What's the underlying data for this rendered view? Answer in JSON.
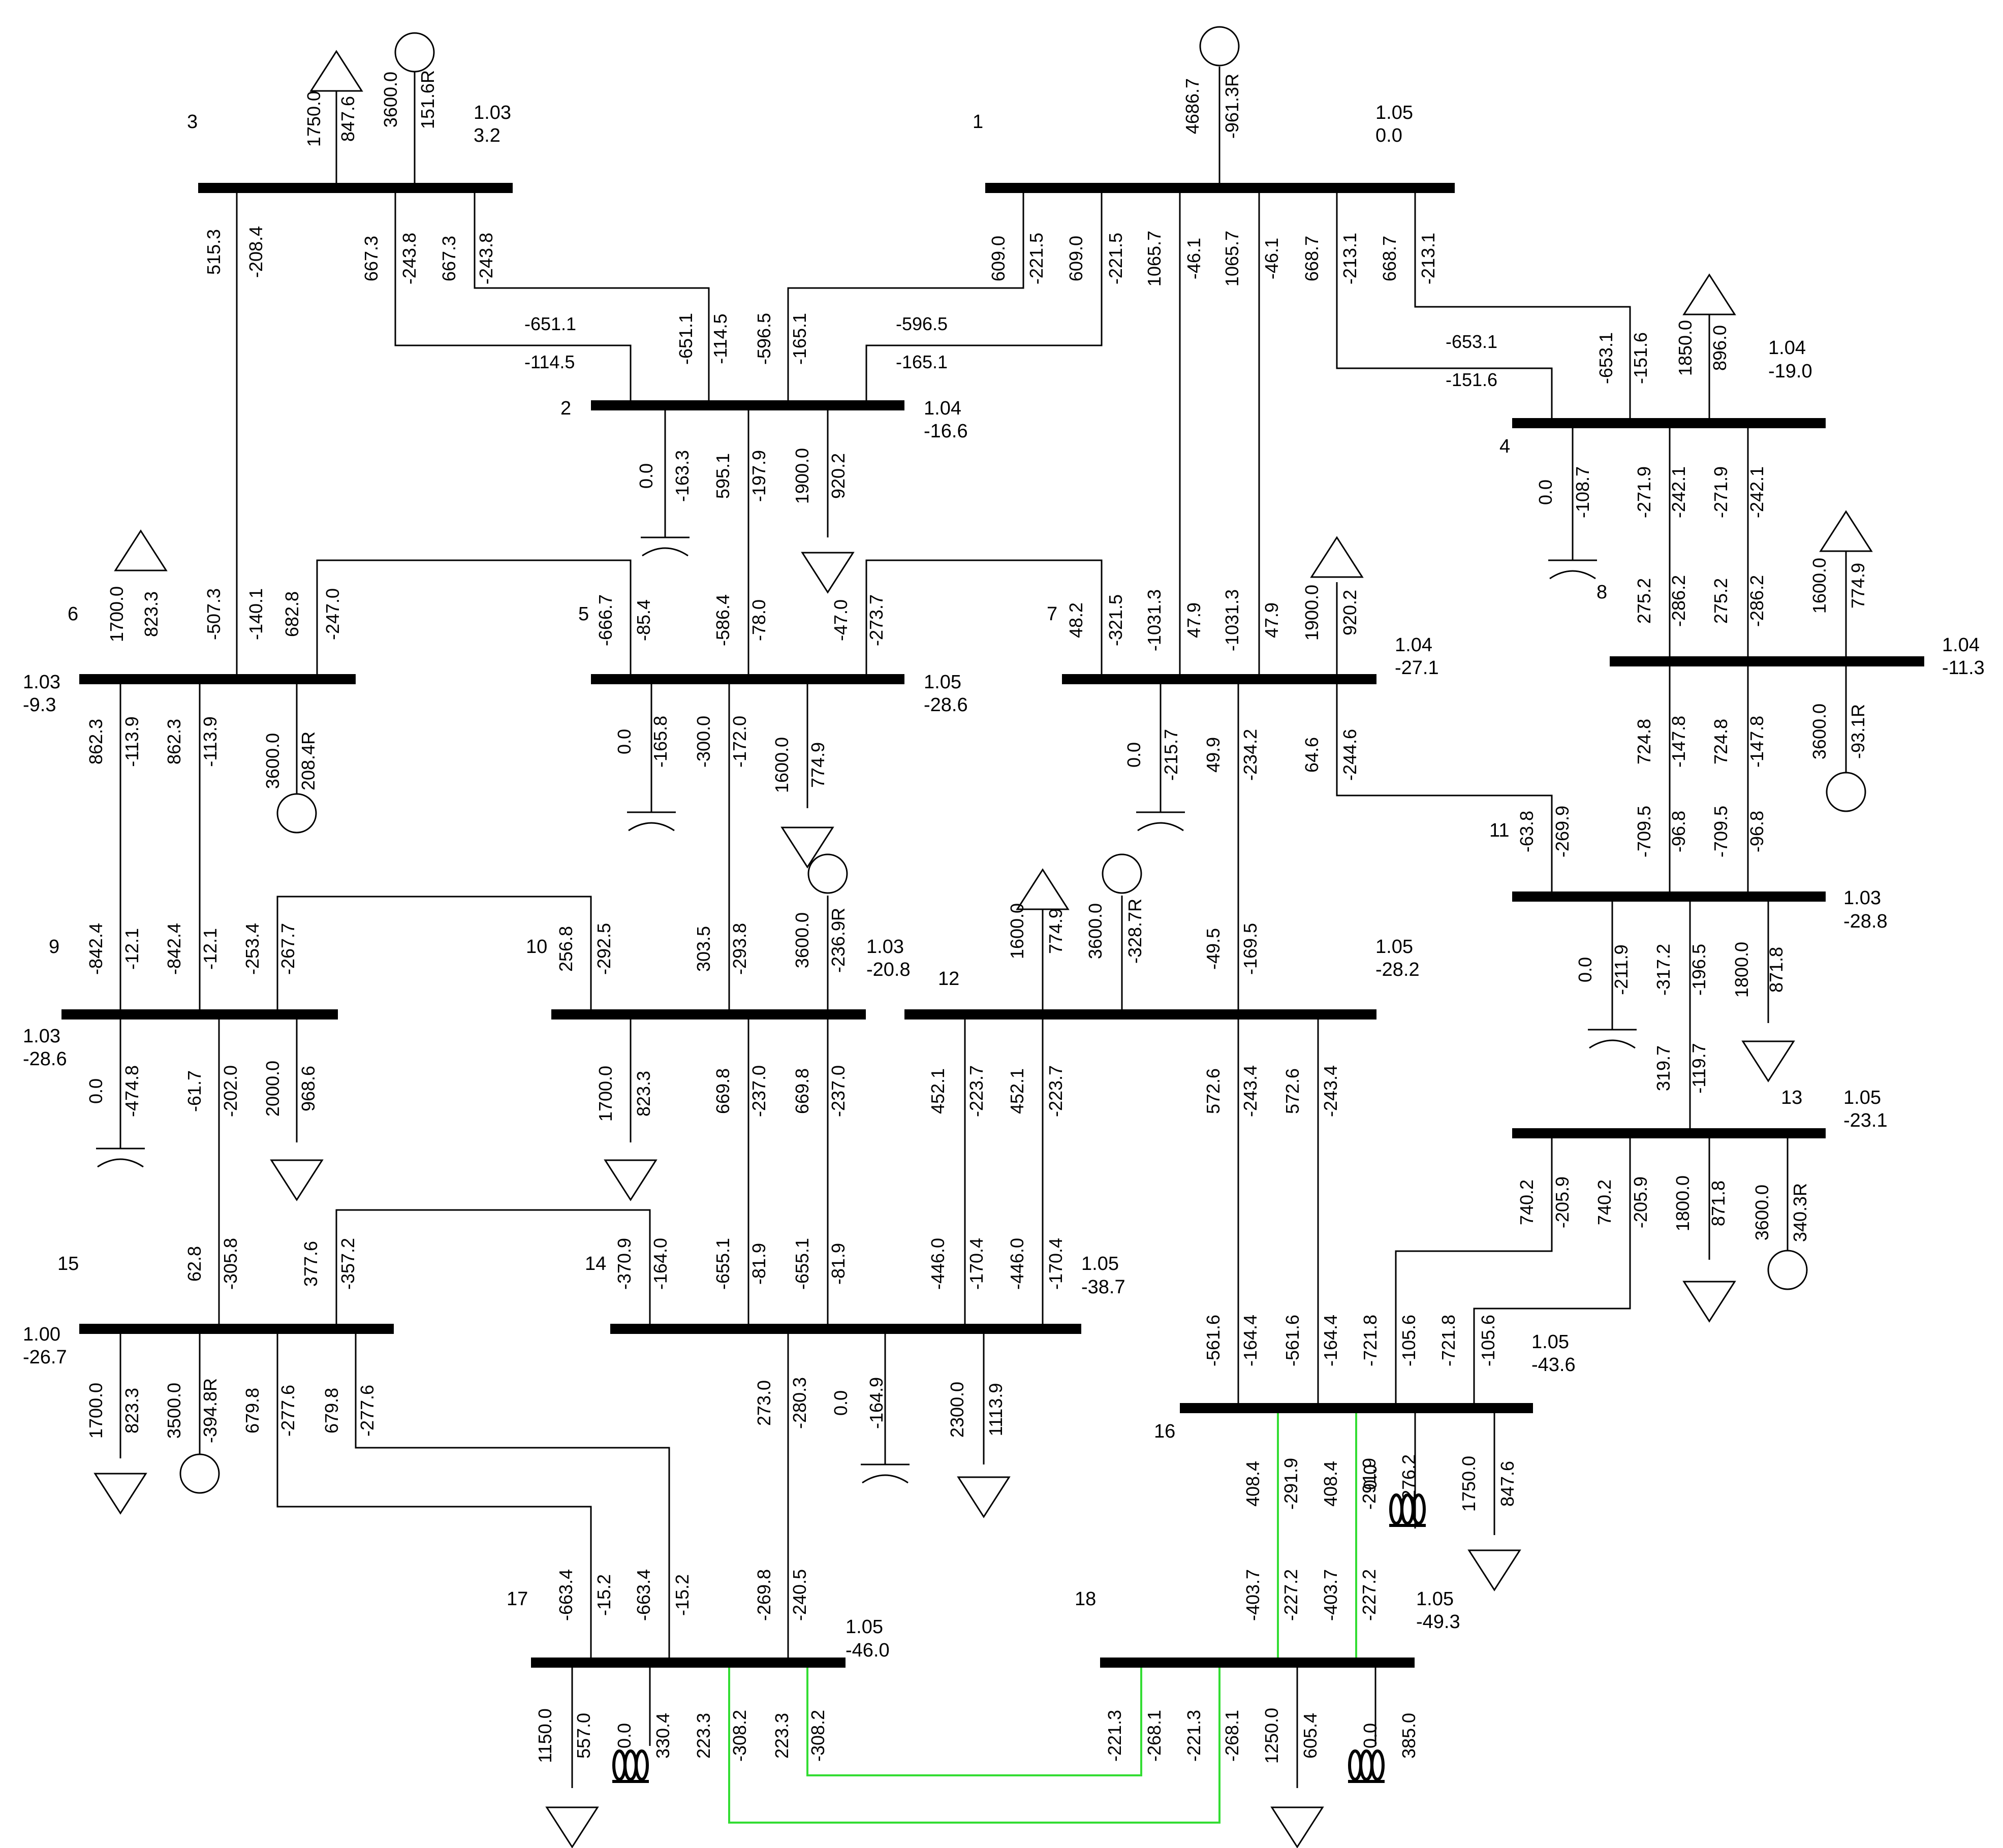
{
  "buses": [
    {
      "id": "1",
      "v": "1.05",
      "ang": "0.0"
    },
    {
      "id": "2",
      "v": "1.04",
      "ang": "-16.6"
    },
    {
      "id": "3",
      "v": "1.03",
      "ang": "3.2"
    },
    {
      "id": "4",
      "v": "1.04",
      "ang": "-19.0"
    },
    {
      "id": "5",
      "v": "1.05",
      "ang": "-28.6"
    },
    {
      "id": "6",
      "v": "1.03",
      "ang": "-9.3"
    },
    {
      "id": "7",
      "v": "1.04",
      "ang": "-27.1"
    },
    {
      "id": "8",
      "v": "1.04",
      "ang": "-11.3"
    },
    {
      "id": "9",
      "v": "1.03",
      "ang": "-28.6"
    },
    {
      "id": "10",
      "v": "1.03",
      "ang": "-20.8"
    },
    {
      "id": "11",
      "v": "1.03",
      "ang": "-28.8"
    },
    {
      "id": "12",
      "v": "1.05",
      "ang": "-28.2"
    },
    {
      "id": "13",
      "v": "1.05",
      "ang": "-23.1"
    },
    {
      "id": "14",
      "v": "1.05",
      "ang": "-38.7"
    },
    {
      "id": "15",
      "v": "1.00",
      "ang": "-26.7"
    },
    {
      "id": "16",
      "v": "1.05",
      "ang": "-43.6"
    },
    {
      "id": "17",
      "v": "1.05",
      "ang": "-46.0"
    },
    {
      "id": "18",
      "v": "1.05",
      "ang": "-49.3"
    }
  ],
  "labels": {
    "b3_load": [
      "1750.0",
      "847.6"
    ],
    "b3_gen": [
      "3600.0",
      "151.6R"
    ],
    "b1_gen": [
      "4686.7",
      "-961.3R"
    ],
    "b3_l1": [
      "515.3",
      "-208.4"
    ],
    "b3_l2": [
      "667.3",
      "-243.8"
    ],
    "b3_l3": [
      "667.3",
      "-243.8"
    ],
    "b1_l1": [
      "609.0",
      "-221.5"
    ],
    "b1_l2": [
      "609.0",
      "-221.5"
    ],
    "b1_l3": [
      "1065.7",
      "-46.1"
    ],
    "b1_l4": [
      "1065.7",
      "-46.1"
    ],
    "b1_l5": [
      "668.7",
      "-213.1"
    ],
    "b1_l6": [
      "668.7",
      "-213.1"
    ],
    "b2_in_a": [
      "-651.1",
      "-114.5"
    ],
    "b2_in_b": [
      "-651.1",
      "-114.5"
    ],
    "b2_in_c": [
      "-596.5",
      "-165.1"
    ],
    "b2_in_d": [
      "-596.5",
      "-165.1"
    ],
    "b4_in_a": [
      "-653.1",
      "-151.6"
    ],
    "b4_in_b": [
      "-653.1",
      "-151.6"
    ],
    "b4_load": [
      "1850.0",
      "896.0"
    ],
    "b2_shunt": [
      "0.0",
      "-163.3"
    ],
    "b2_l1": [
      "595.1",
      "-197.9"
    ],
    "b2_load": [
      "1900.0",
      "920.2"
    ],
    "b4_shunt": [
      "0.0",
      "-108.7"
    ],
    "b4_l1": [
      "-271.9",
      "-242.1"
    ],
    "b4_l2": [
      "-271.9",
      "-242.1"
    ],
    "b6_load": [
      "1700.0",
      "823.3"
    ],
    "b6_in": [
      "-507.3",
      "-140.1"
    ],
    "b6_l1": [
      "682.8",
      "-247.0"
    ],
    "b5_in1": [
      "-666.7",
      "-85.4"
    ],
    "b5_in2": [
      "-586.4",
      "-78.0"
    ],
    "b5_in3": [
      "-47.0",
      "-273.7"
    ],
    "b7_in1": [
      "48.2",
      "-321.5"
    ],
    "b7_in2": [
      "-1031.3",
      "47.9"
    ],
    "b7_in3": [
      "-1031.3",
      "47.9"
    ],
    "b7_load": [
      "1900.0",
      "920.2"
    ],
    "b8_in1": [
      "275.2",
      "-286.2"
    ],
    "b8_in2": [
      "275.2",
      "-286.2"
    ],
    "b8_load": [
      "1600.0",
      "774.9"
    ],
    "b6_d1": [
      "862.3",
      "-113.9"
    ],
    "b6_d2": [
      "862.3",
      "-113.9"
    ],
    "b6_gen": [
      "3600.0",
      "208.4R"
    ],
    "b5_shunt": [
      "0.0",
      "-165.8"
    ],
    "b5_d1": [
      "-300.0",
      "-172.0"
    ],
    "b5_load": [
      "1600.0",
      "774.9"
    ],
    "b7_shunt": [
      "0.0",
      "-215.7"
    ],
    "b7_d1": [
      "49.9",
      "-234.2"
    ],
    "b7_d2": [
      "64.6",
      "-244.6"
    ],
    "b8_d1": [
      "724.8",
      "-147.8"
    ],
    "b8_d2": [
      "724.8",
      "-147.8"
    ],
    "b8_gen": [
      "3600.0",
      "-93.1R"
    ],
    "b11_in1": [
      "-63.8",
      "-269.9"
    ],
    "b11_in2": [
      "-709.5",
      "-96.8"
    ],
    "b11_in3": [
      "-709.5",
      "-96.8"
    ],
    "b9_in1": [
      "-842.4",
      "-12.1"
    ],
    "b9_in2": [
      "-842.4",
      "-12.1"
    ],
    "b9_l1": [
      "-253.4",
      "-267.7"
    ],
    "b10_in1": [
      "256.8",
      "-292.5"
    ],
    "b10_in2": [
      "303.5",
      "-293.8"
    ],
    "b10_gen": [
      "3600.0",
      "-236.9R"
    ],
    "b12_load": [
      "1600.0",
      "774.9"
    ],
    "b12_gen": [
      "3600.0",
      "-328.7R"
    ],
    "b12_in": [
      "-49.5",
      "-169.5"
    ],
    "b11_shunt": [
      "0.0",
      "-211.9"
    ],
    "b11_d1": [
      "-317.2",
      "-196.5"
    ],
    "b11_load": [
      "1800.0",
      "871.8"
    ],
    "b9_shunt": [
      "0.0",
      "-474.8"
    ],
    "b9_d1": [
      "-61.7",
      "-202.0"
    ],
    "b9_load": [
      "2000.0",
      "968.6"
    ],
    "b10_load": [
      "1700.0",
      "823.3"
    ],
    "b10_d1": [
      "669.8",
      "-237.0"
    ],
    "b10_d2": [
      "669.8",
      "-237.0"
    ],
    "b12_d1": [
      "452.1",
      "-223.7"
    ],
    "b12_d2": [
      "452.1",
      "-223.7"
    ],
    "b12_d3": [
      "572.6",
      "-243.4"
    ],
    "b12_d4": [
      "572.6",
      "-243.4"
    ],
    "b13_in": [
      "319.7",
      "-119.7"
    ],
    "b13_d1": [
      "740.2",
      "-205.9"
    ],
    "b13_d2": [
      "740.2",
      "-205.9"
    ],
    "b13_load": [
      "1800.0",
      "871.8"
    ],
    "b13_gen": [
      "3600.0",
      "340.3R"
    ],
    "b15_in": [
      "62.8",
      "-305.8"
    ],
    "b15_l1": [
      "377.6",
      "-357.2"
    ],
    "b14_in1": [
      "-370.9",
      "-164.0"
    ],
    "b14_in2": [
      "-655.1",
      "-81.9"
    ],
    "b14_in3": [
      "-655.1",
      "-81.9"
    ],
    "b14_in4": [
      "-446.0",
      "-170.4"
    ],
    "b14_in5": [
      "-446.0",
      "-170.4"
    ],
    "b16_in1": [
      "-561.6",
      "-164.4"
    ],
    "b16_in2": [
      "-561.6",
      "-164.4"
    ],
    "b16_in3": [
      "-721.8",
      "-105.6"
    ],
    "b16_in4": [
      "-721.8",
      "-105.6"
    ],
    "b15_load": [
      "1700.0",
      "823.3"
    ],
    "b15_gen": [
      "3500.0",
      "-394.8R"
    ],
    "b15_d1": [
      "679.8",
      "-277.6"
    ],
    "b15_d2": [
      "679.8",
      "-277.6"
    ],
    "b14_d1": [
      "273.0",
      "-280.3"
    ],
    "b14_shunt": [
      "0.0",
      "-164.9"
    ],
    "b14_load": [
      "2300.0",
      "1113.9"
    ],
    "b16_d1": [
      "408.4",
      "-291.9"
    ],
    "b16_d2": [
      "408.4",
      "-291.9"
    ],
    "b16_react": [
      "0.0",
      "276.2"
    ],
    "b16_load": [
      "1750.0",
      "847.6"
    ],
    "b17_in1": [
      "-663.4",
      "-15.2"
    ],
    "b17_in2": [
      "-663.4",
      "-15.2"
    ],
    "b17_in3": [
      "-269.8",
      "-240.5"
    ],
    "b18_in1": [
      "-403.7",
      "-227.2"
    ],
    "b18_in2": [
      "-403.7",
      "-227.2"
    ],
    "b17_load": [
      "1150.0",
      "557.0"
    ],
    "b17_react": [
      "0.0",
      "330.4"
    ],
    "b17_d1": [
      "223.3",
      "-308.2"
    ],
    "b17_d2": [
      "223.3",
      "-308.2"
    ],
    "b18_d1": [
      "-221.3",
      "-268.1"
    ],
    "b18_d2": [
      "-221.3",
      "-268.1"
    ],
    "b18_load": [
      "1250.0",
      "605.4"
    ],
    "b18_react": [
      "0.0",
      "385.0"
    ]
  }
}
